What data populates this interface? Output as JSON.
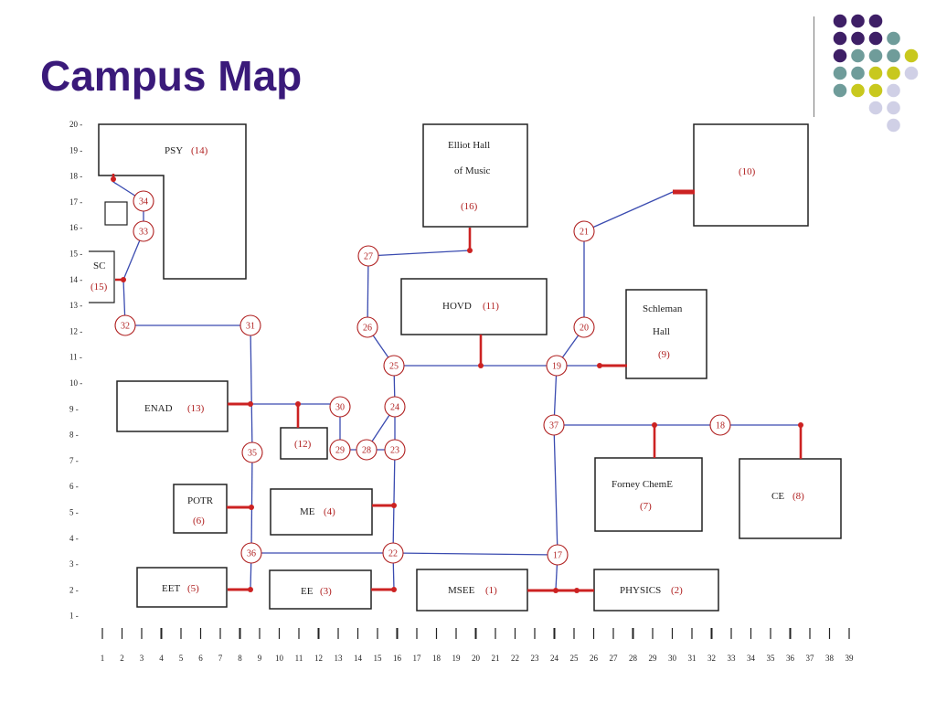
{
  "slide": {
    "title": "Campus Map"
  },
  "theme": {
    "title_color": "#3a1a7a",
    "dot_colors": {
      "purple": "#3e1f66",
      "teal": "#6f9c9a",
      "olive": "#c8c81e",
      "lavender": "#d0d0e6"
    },
    "building_outline": "#222222",
    "path_line": "#3a4bb0",
    "connector": "#cc2222",
    "node_label": "#b02020"
  },
  "dot_grid": [
    [
      "purple",
      "purple",
      "purple",
      "",
      "",
      ""
    ],
    [
      "purple",
      "purple",
      "purple",
      "teal",
      "",
      ""
    ],
    [
      "purple",
      "teal",
      "teal",
      "teal",
      "olive",
      ""
    ],
    [
      "teal",
      "teal",
      "olive",
      "olive",
      "lavender",
      ""
    ],
    [
      "teal",
      "olive",
      "olive",
      "lavender",
      "",
      ""
    ],
    [
      "",
      "",
      "lavender",
      "lavender",
      "",
      ""
    ],
    [
      "",
      "",
      "",
      "lavender",
      "",
      ""
    ]
  ],
  "map": {
    "y_axis": [
      "20",
      "19",
      "18",
      "17",
      "16",
      "15",
      "14",
      "13",
      "12",
      "11",
      "10",
      "9",
      "8",
      "7",
      "6",
      "5",
      "4",
      "3",
      "2",
      "1"
    ],
    "x_axis": [
      "1",
      "2",
      "3",
      "4",
      "5",
      "6",
      "7",
      "8",
      "9",
      "10",
      "11",
      "12",
      "13",
      "14",
      "15",
      "16",
      "17",
      "18",
      "19",
      "20",
      "21",
      "22",
      "23",
      "24",
      "25",
      "26",
      "27",
      "28",
      "29",
      "30",
      "31",
      "32",
      "33",
      "34",
      "35",
      "36",
      "37",
      "38",
      "39"
    ],
    "buildings": {
      "psy": {
        "name": "PSY",
        "num": "(14)"
      },
      "sc": {
        "name": "SC",
        "num": "(15)"
      },
      "elliot": {
        "line1": "Elliot Hall",
        "line2": "of Music",
        "num": "(16)"
      },
      "b10": {
        "num": "(10)"
      },
      "hovd": {
        "name": "HOVD",
        "num": "(11)"
      },
      "schleman": {
        "line1": "Schleman",
        "line2": "Hall",
        "num": "(9)"
      },
      "enad": {
        "name": "ENAD",
        "num": "(13)"
      },
      "b12": {
        "num": "(12)"
      },
      "potr": {
        "name": "POTR",
        "num": "(6)"
      },
      "me": {
        "name": "ME",
        "num": "(4)"
      },
      "forney": {
        "name": "Forney ChemE",
        "num": "(7)"
      },
      "ce": {
        "name": "CE",
        "num": "(8)"
      },
      "eet": {
        "name": "EET",
        "num": "(5)"
      },
      "ee": {
        "name": "EE",
        "num": "(3)"
      },
      "msee": {
        "name": "MSEE",
        "num": "(1)"
      },
      "physics": {
        "name": "PHYSICS",
        "num": "(2)"
      }
    },
    "nodes": [
      "17",
      "18",
      "19",
      "20",
      "21",
      "22",
      "23",
      "24",
      "25",
      "26",
      "27",
      "28",
      "29",
      "30",
      "31",
      "32",
      "33",
      "34",
      "35",
      "36",
      "37"
    ]
  }
}
